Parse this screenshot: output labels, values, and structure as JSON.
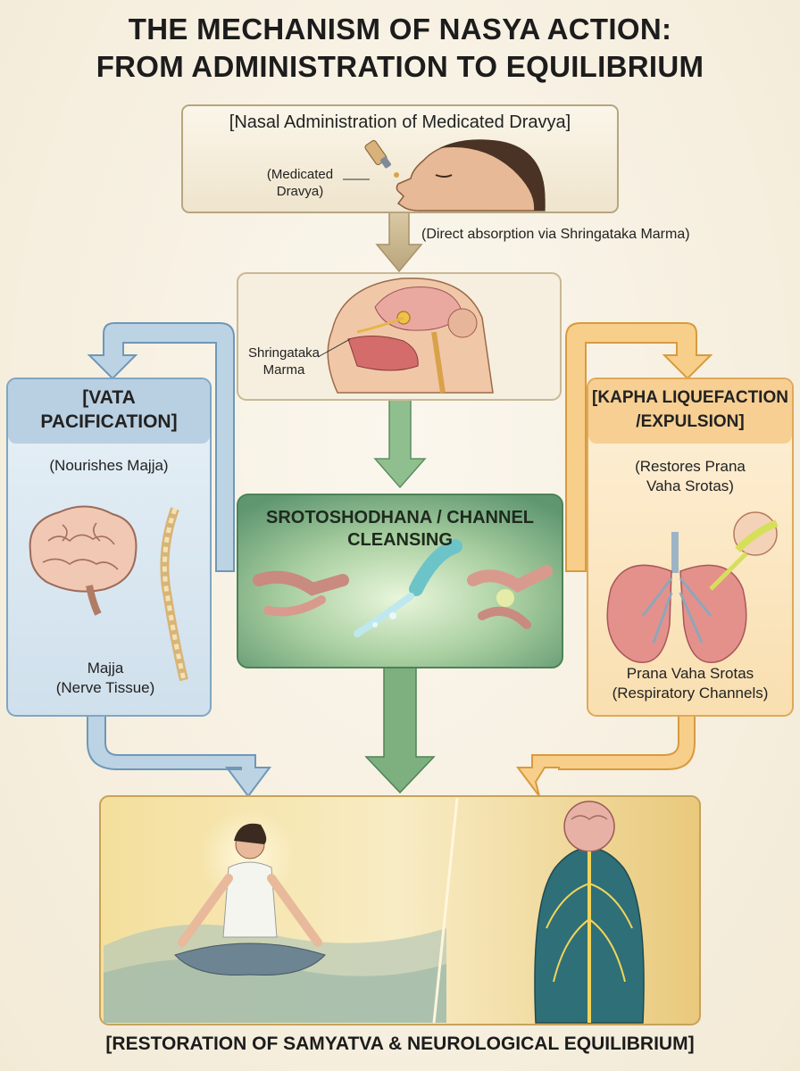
{
  "title": {
    "line1": "THE MECHANISM OF NASYA ACTION:",
    "line2": "FROM ADMINISTRATION TO EQUILIBRIUM"
  },
  "administration": {
    "heading": "[Nasal Administration of Medicated Dravya]",
    "dravya_line1": "(Medicated",
    "dravya_line2": "Dravya)",
    "absorption_note": "(Direct absorption via Shringataka Marma)"
  },
  "marma": {
    "label_line1": "Shringataka",
    "label_line2": "Marma"
  },
  "vata": {
    "heading_line1": "[VATA",
    "heading_line2": "PACIFICATION]",
    "subtitle": "(Nourishes Majja)",
    "tissue_line1": "Majja",
    "tissue_line2": "(Nerve Tissue)"
  },
  "kapha": {
    "heading_line1": "[KAPHA LIQUEFACTION",
    "heading_line2": "/EXPULSION]",
    "subtitle_line1": "(Restores Prana",
    "subtitle_line2": "Vaha Srotas)",
    "channel_line1": "Prana Vaha Srotas",
    "channel_line2": "(Respiratory Channels)"
  },
  "cleansing": {
    "heading_line1": "SROTOSHODHANA / CHANNEL",
    "heading_line2": "CLEANSING"
  },
  "result": {
    "caption": "[RESTORATION OF SAMYATVA & NEUROLOGICAL EQUILIBRIUM]"
  },
  "colors": {
    "vata_blue": "#8fb3cf",
    "kapha_orange": "#f0b15e",
    "cleansing_green": "#6fa37c",
    "admin_tan": "#c9b896",
    "result_gold": "#e7c77a"
  }
}
